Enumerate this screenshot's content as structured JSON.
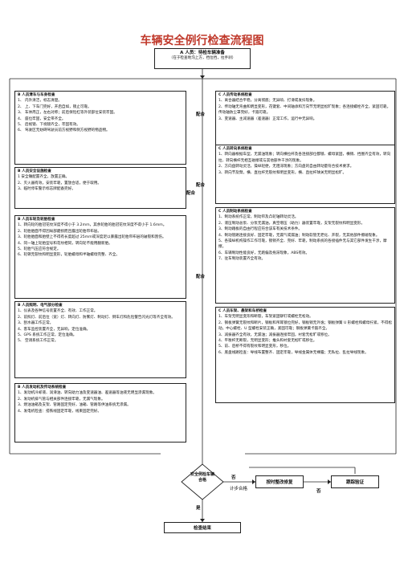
{
  "title": "车辆安全例行检查流程图",
  "top": {
    "head": "A 人员：待检车辆准备",
    "sub": "（在于检查地沟上方，挡位挡，拉手刹）"
  },
  "left_boxes": [
    {
      "head": "B 人员清车与车身检查",
      "lines": [
        "1、  内外清洁，标志清楚。",
        "2、  上、下车门完好，开启自如，锁止可靠。",
        "3、  车体周正，左右对称；前后保险杠等外装部位安装牢固。",
        "4、  座位牢固，安全带齐全。",
        "5、  后视镜、下视镜齐全，牢固有效。",
        "6、  驾驶区无妨碍驾驶员前方视野和侧方视野的物品物。"
      ]
    },
    {
      "head": "B 人员安全设施检查",
      "lines": [
        "1 安全锤配置齐全，放置正确。",
        "2、灭火器有效，安装牢靠，置放合适，便于取用。",
        "3、临时停车警示标志牌配备完好。"
      ]
    },
    {
      "head": "B 人员车轮及轮胎检查",
      "lines": [
        "1、转向轮的胎冠花纹深度不得小于 3.2mm，其余轮胎的胎冠花纹深度不得小于 1.6mm。",
        "2、轮胎胎面不得因局部磨损而且露出轮胎帘布层。",
        "3、轮胎胎面和胎壁上不得有长度超过 25mm或深度足以暴露出轮胎帘布层的破裂和割伤。",
        "4、同一轴上轮胎型号和花纹相同，转向轮不能用翻新胎。",
        "5、轮胎气压应符合规定。",
        "6、轮辋无裂纹和明显变形，轮胎螺母和半轴螺母完整、齐全。"
      ]
    },
    {
      "head": "B 人员照明、电气部分检查",
      "lines": [
        "1、仪表及各种信号装置齐全、有效、工作正常。",
        "2、前照灯、前后位（宽）灯、转向灯、防雾灯、制动灯、倒车灯和危险警告闪光灯等齐全有效。",
        "3、刮水器工作正常。",
        "4、客车监控装置齐全，无异响，定位准确。",
        "5、GPS 系统工作正常，定位准确。",
        "5、  空调系统工作正常。"
      ]
    },
    {
      "head": "B 人员发动机及传动系统检查",
      "lines": [
        "1、发动机冷却液、润滑油、转向助力油及变速器油、差速器等油液无明显渗漏现象。",
        "2、发动机排气管与相关部件连接牢靠，无漏气现象。",
        "3、燃油油箱及支架、管路固定完好，油箱、管路等供油系统无渗漏。",
        "4、发电机检查：搭铁线固定牢靠，线束固定完好。"
      ]
    }
  ],
  "right_boxes": [
    {
      "head": "C 人员传动系统检查",
      "lines": [
        "1、离合器结合平稳，分离彻底；无异响、打滑或发抖现象。",
        "2、传动轴无弯曲和明显变形，花键套、中间轴承和万向节无明显松旷现象；各连接螺栓齐全，紧固可靠。传动轴防尘罩完好，卡箍可靠。",
        "3、变速器、主减速器（差速器）正常工作，运行中无异响。"
      ]
    },
    {
      "head": "C 人员转向系统检查",
      "lines": [
        "1、转向器根据车型，无漏油现象；转向横拉杆及各连接部位都锁、螺母紧固，横销、挡圈齐全有效，转向拉、转向横杆无相互碰擦或与其他部件干涉的现象。",
        "2、方向盘转动灵活，操纵轻便，无阻滞现象；方向盘的自由转动量符合技术要求。",
        "3、转向节及臂，横、直拉杆无裂纹和明显变形，横、直拉杆球关无明显松旷。"
      ]
    },
    {
      "head": "C 人员制动系统检查",
      "lines": [
        "1、制动系统作正常，制动帘及凸轮轴转动灵活。",
        "2、液压制动总泵、分泵无漏油，真空增压（助力）器装置牢靠，支架无裂纹和明显变形。",
        "3、制动踏板的自由行程应符合该车有关技术条件。",
        "4、制动管路连接良好、固定牢靠，无漏气或漏油；制动软管无老化、开裂，无其他部件擦碰现象。",
        "5、各操纵机构操作工作可靠，锁销齐全、完好、牢靠，制动系统的各接插件无与其它部件发生干涉，摩擦。",
        "6、车辆制动性能良好，无跑偏及拖滞现象，ABS有效。",
        "7、驻车制动装置齐全有效。"
      ]
    },
    {
      "head": "C 人员车架、悬架和车桥检查",
      "lines": [
        "1、车架无明显变形和断裂，车架紧固铆钉或螺栓无松动。",
        "2、钢板弹簧无裂纹和断片，钢板和吊耳锁位完好，钢板销无外逸；钢板弹簧 U 形螺栓和螺母拧紧，不得松动。中心螺栓、U 型螺栓安装正确，紧固可靠；钢板弹簧卡箍齐全。",
        "3、减振器齐全有效，无漏油；减振器连接牢固，衬套无松旷或移位。",
        "4、平衡杆无断裂，无明显变形；推头和衬套无松旷或移位。",
        "5、前、后桥不得有裂纹和明显变形，移位。",
        "6、底盘线路检查：导线布置整齐、固定牢靠，导线金属体无裸露；无私拉、乱拉导线现象。"
      ]
    }
  ],
  "peihe": [
    "配合",
    "配合",
    "配合",
    "配合"
  ],
  "decision": {
    "line1": "安全例检车辆",
    "line2": "合格"
  },
  "fail_label": "否",
  "fail_label2": "否",
  "pass_label": "是",
  "fix_box": "按时整改修复",
  "track_box": "跟踪验证",
  "fix_note": "计步合格",
  "end_box": "检查结束"
}
